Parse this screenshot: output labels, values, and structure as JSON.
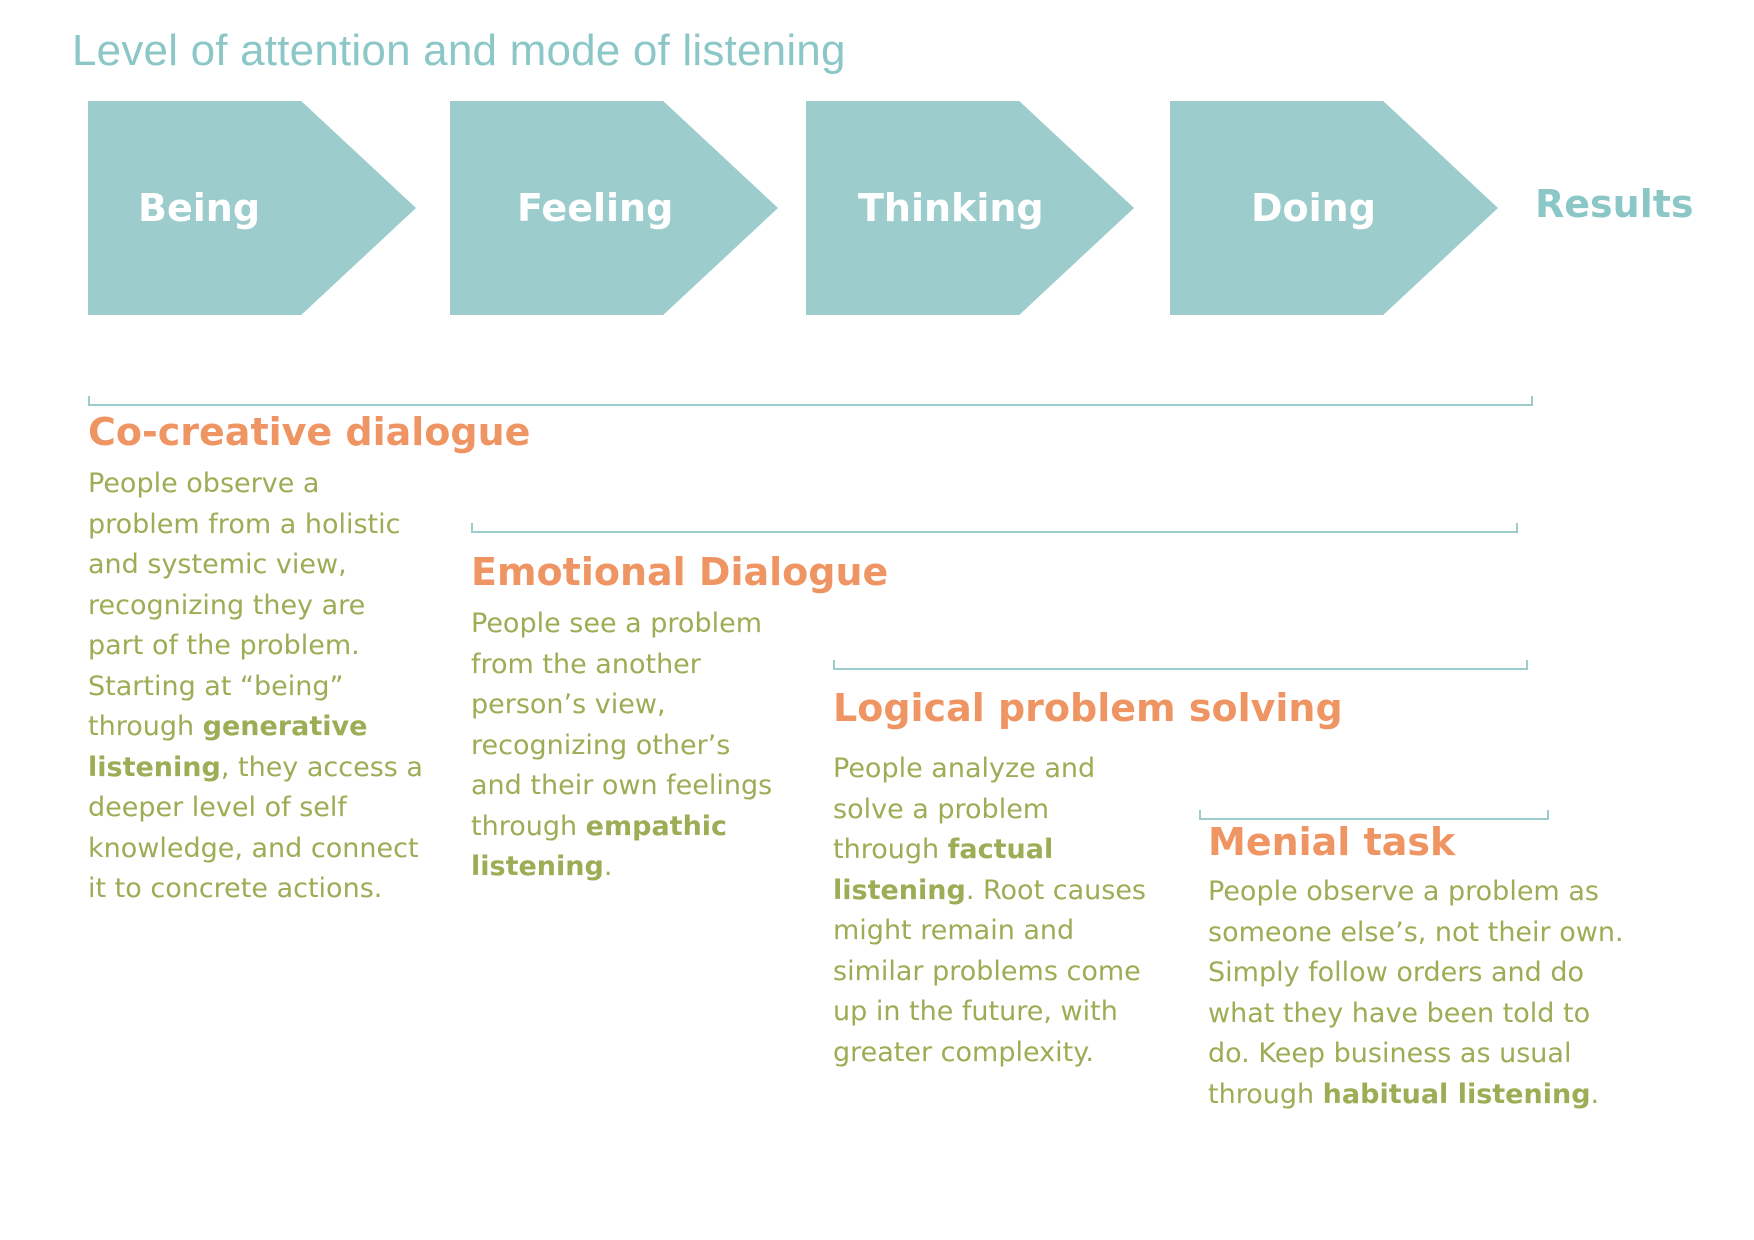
{
  "title": "Level of attention and mode of listening",
  "colors": {
    "chevron": "#9ccccb",
    "title": "#8cc7c7",
    "results": "#8cc7c7",
    "bracket": "#9ccccb",
    "heading": "#ef9563",
    "text": "#9bad55"
  },
  "stages": [
    {
      "label": "Being"
    },
    {
      "label": "Feeling"
    },
    {
      "label": "Thinking"
    },
    {
      "label": "Doing"
    }
  ],
  "end_label": "Results",
  "modes": [
    {
      "heading": "Co-creative dialogue",
      "text_before": "People observe a problem from a holistic and systemic view, recognizing they are part of the problem. Starting at “being” through ",
      "emphasis": "generative listening",
      "text_after": ", they access a deeper level of self knowledge, and connect it to concrete actions."
    },
    {
      "heading": "Emotional Dialogue",
      "text_before": "People see a problem from the another person’s view, recognizing other’s and their own feelings through ",
      "emphasis": "empathic listening",
      "text_after": "."
    },
    {
      "heading": "Logical problem solving",
      "text_before": "People analyze and solve a problem through ",
      "emphasis": "factual listening",
      "text_after": ". Root causes might remain and similar problems come up in the future, with greater complexity."
    },
    {
      "heading": "Menial task",
      "text_before": "People observe a problem as someone else’s, not their own. Simply follow orders and do what they have been told to do. Keep business as usual through ",
      "emphasis": "habitual listening",
      "text_after": "."
    }
  ]
}
